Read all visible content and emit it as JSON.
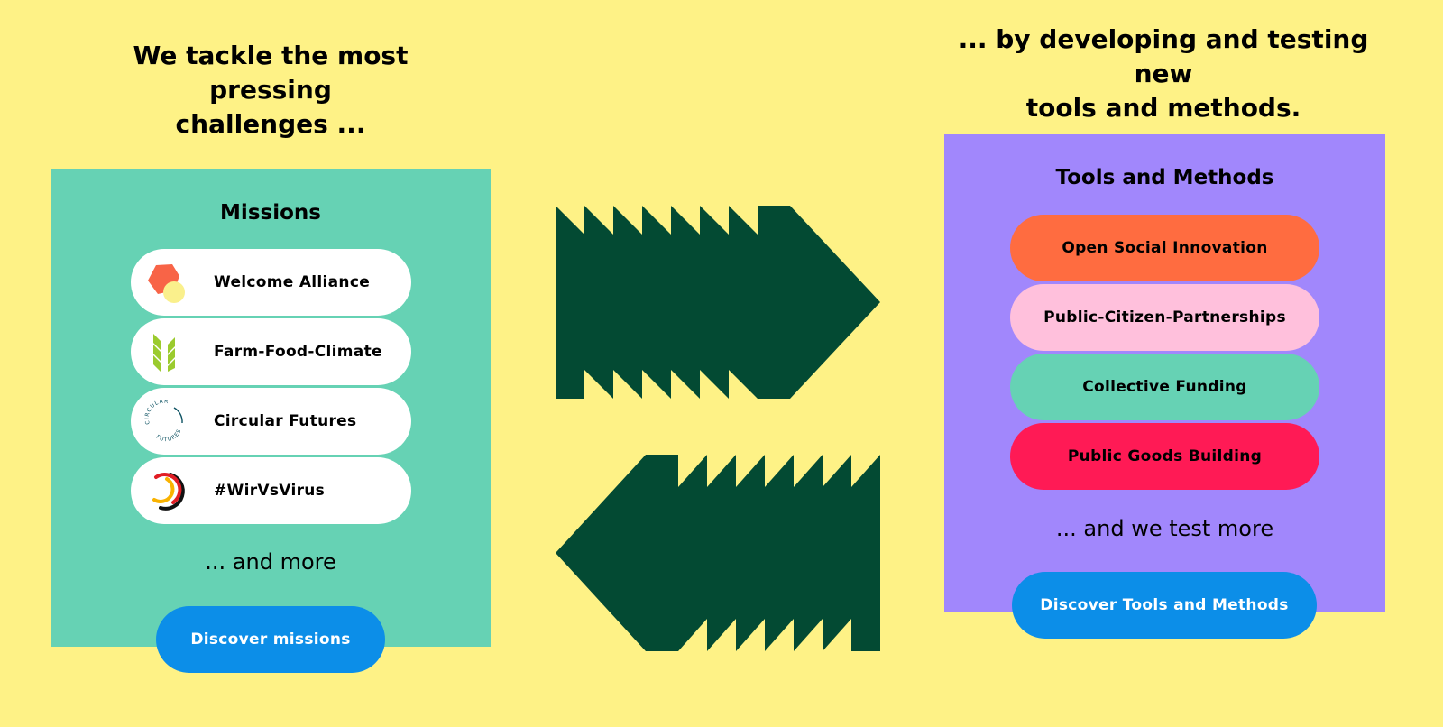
{
  "left_heading": {
    "line1": "We tackle the most pressing",
    "line2": "challenges ..."
  },
  "right_heading": {
    "line1": "... by developing and testing new",
    "line2": "tools and methods."
  },
  "missions": {
    "title": "Missions",
    "items": [
      {
        "label": "Welcome Alliance",
        "icon": "welcome-alliance-logo"
      },
      {
        "label": "Farm-Food-Climate",
        "icon": "farm-food-climate-logo"
      },
      {
        "label": "Circular Futures",
        "icon": "circular-futures-logo",
        "logo_text": "CIRCULAR FUTURES"
      },
      {
        "label": "#WirVsVirus",
        "icon": "wirvsvirus-logo"
      }
    ],
    "more": "... and more",
    "cta": "Discover missions"
  },
  "tools": {
    "title": "Tools and Methods",
    "items": [
      {
        "label": "Open Social Innovation",
        "color": "#FF6C40"
      },
      {
        "label": "Public-Citizen-Partnerships",
        "color": "#FFC0DC"
      },
      {
        "label": "Collective Funding",
        "color": "#66D2B4"
      },
      {
        "label": "Public Goods Building",
        "color": "#FF1A55"
      }
    ],
    "more": "... and we test more",
    "cta": "Discover Tools and Methods"
  },
  "colors": {
    "background": "#FEF286",
    "missions_panel": "#66D2B4",
    "tools_panel": "#A187FC",
    "arrows": "#034A33",
    "cta": "#0C8EE8"
  }
}
